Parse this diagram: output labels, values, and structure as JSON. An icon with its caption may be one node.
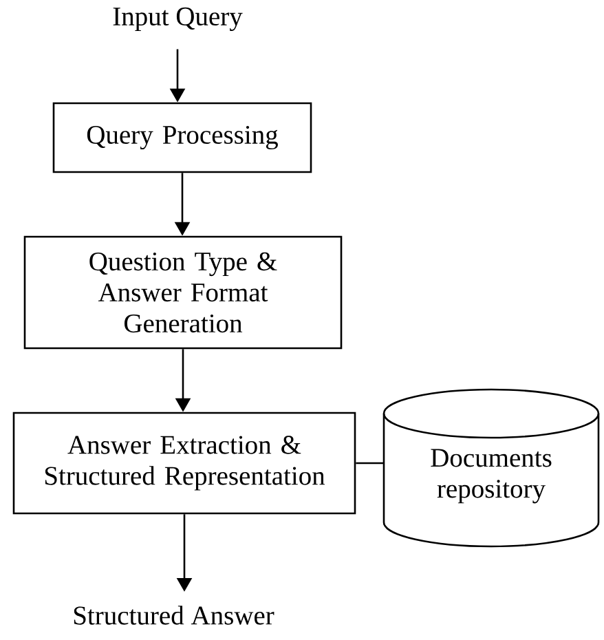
{
  "diagram": {
    "nodes": [
      {
        "text": [
          "Input Query"
        ]
      },
      {
        "text": [
          "Query Processing"
        ]
      },
      {
        "text": [
          "Question Type & Answer Format Generation"
        ]
      },
      {
        "text": [
          "Answer Extraction & Structured Representation"
        ]
      },
      {
        "text": [
          "Documents repository"
        ]
      },
      {
        "text": [
          "Structured Answer"
        ]
      }
    ],
    "edges": [
      {
        "from": 0,
        "to": 1,
        "arrow": "to"
      },
      {
        "from": 1,
        "to": 2,
        "arrow": "to"
      },
      {
        "from": 2,
        "to": 3,
        "arrow": "to"
      },
      {
        "from": 3,
        "to": 4,
        "arrow": "none"
      },
      {
        "from": 3,
        "to": 5,
        "arrow": "to"
      }
    ]
  }
}
